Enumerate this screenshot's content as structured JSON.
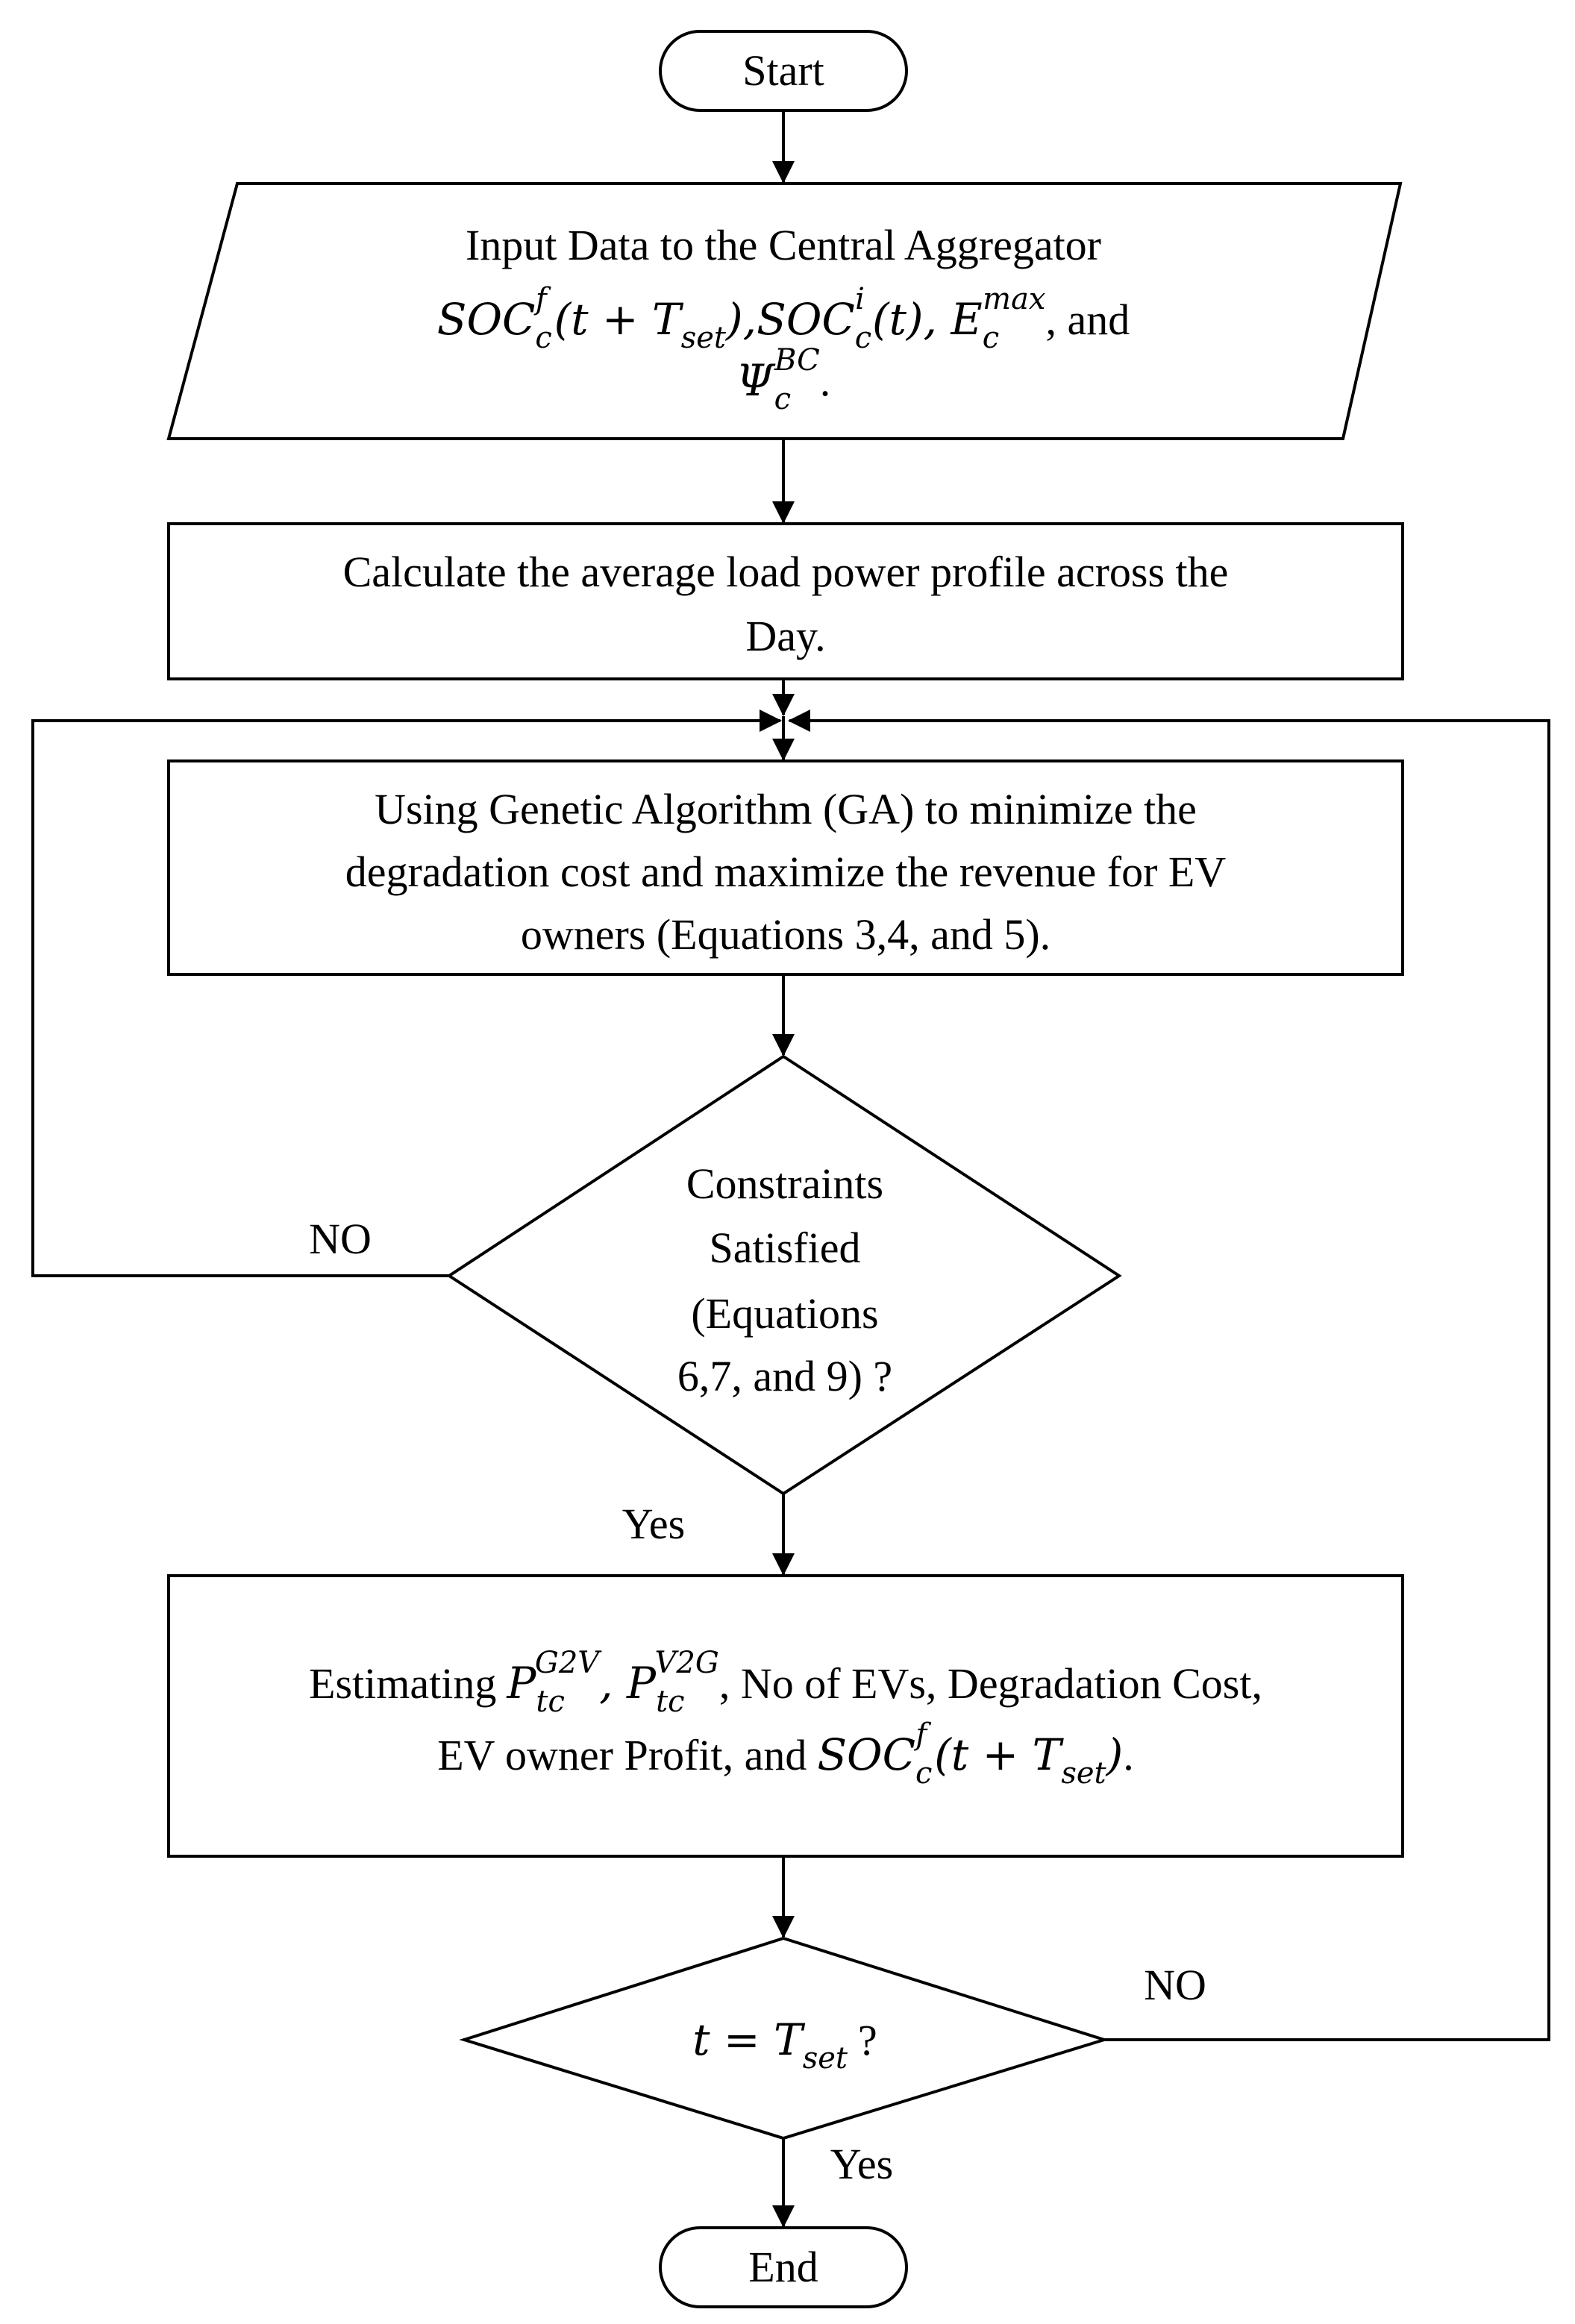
{
  "start": "Start",
  "end": "End",
  "input": {
    "line1": "Input Data to the Central Aggregator",
    "line2_suffix": ", and",
    "line3_suffix": "."
  },
  "step_average": {
    "line1": "Calculate the average  load power profile across the",
    "line2": "Day."
  },
  "step_ga": {
    "line1": "Using Genetic Algorithm (GA) to minimize the",
    "line2": "degradation cost and maximize the revenue for EV",
    "line3": "owners (Equations 3,4, and 5)."
  },
  "decision_constraints": {
    "line1": "Constraints",
    "line2": "Satisfied",
    "line3": "(Equations",
    "line4": "6,7, and 9) ?"
  },
  "step_estimate": {
    "line1_prefix": "Estimating",
    "line1_suffix": ", No of EVs, Degradation Cost,",
    "line2_prefix": "EV owner Profit, and",
    "line2_suffix": "."
  },
  "decision_t": {
    "suffix": "?"
  },
  "labels": {
    "no_left": "NO",
    "yes_mid": "Yes",
    "no_right": "NO",
    "yes_bottom": "Yes"
  },
  "colors": {
    "stroke": "#000000",
    "background": "#ffffff"
  }
}
